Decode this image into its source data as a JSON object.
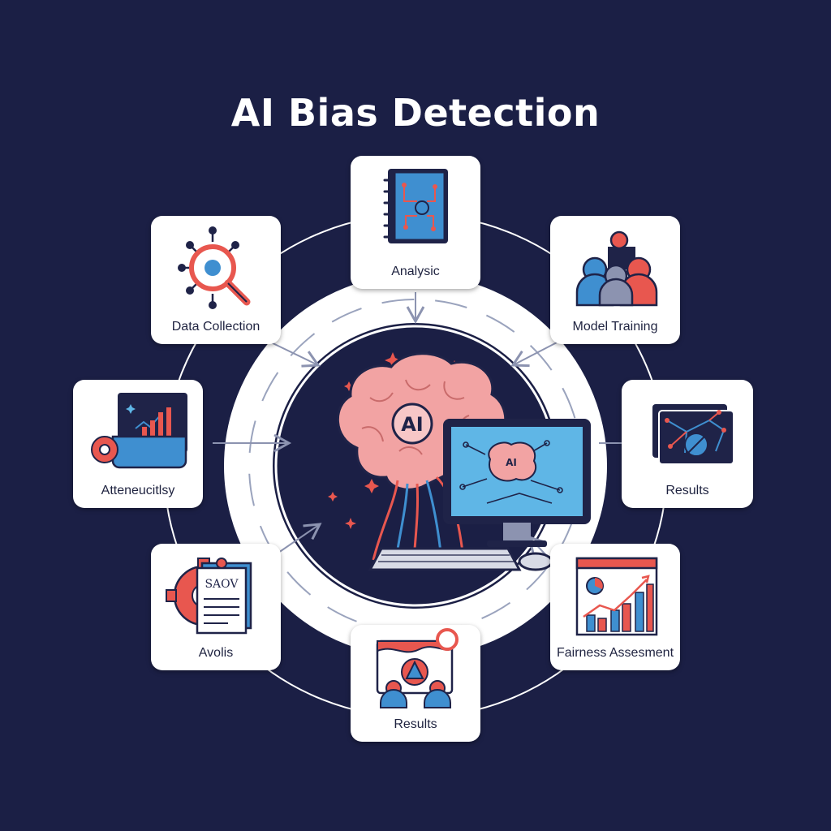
{
  "title": "AI Bias Detection",
  "center": {
    "brain_badge": "AI",
    "monitor_badge": "AI"
  },
  "nodes": {
    "analysis": "Analysic",
    "data_collection": "Data Collection",
    "model_training": "Model Training",
    "attenuity": "Atteneucitlsy",
    "results_right": "Results",
    "avolis": "Avolis",
    "results_bottom": "Results",
    "fairness": "Fairness Assesment",
    "report_text": "SAOV"
  },
  "colors": {
    "background": "#1b1f45",
    "card": "#ffffff",
    "accent_red": "#e8574f",
    "accent_blue": "#3f8fd0",
    "brain_pink": "#f2a3a3",
    "navy": "#1f2348"
  }
}
